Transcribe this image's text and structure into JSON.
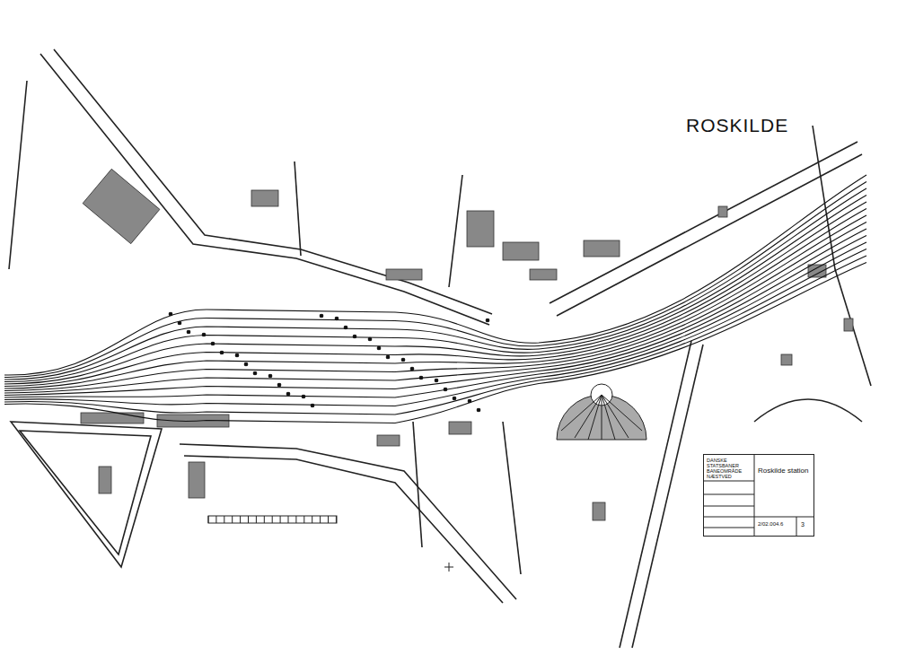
{
  "diagram": {
    "title": "ROSKILDE",
    "nodes": [
      {
        "text": [
          "DANSKE STATSBANER BANEOMRÅDE NÆSTVED",
          "Roskilde station",
          "2/02.004.6",
          "3"
        ]
      }
    ]
  }
}
